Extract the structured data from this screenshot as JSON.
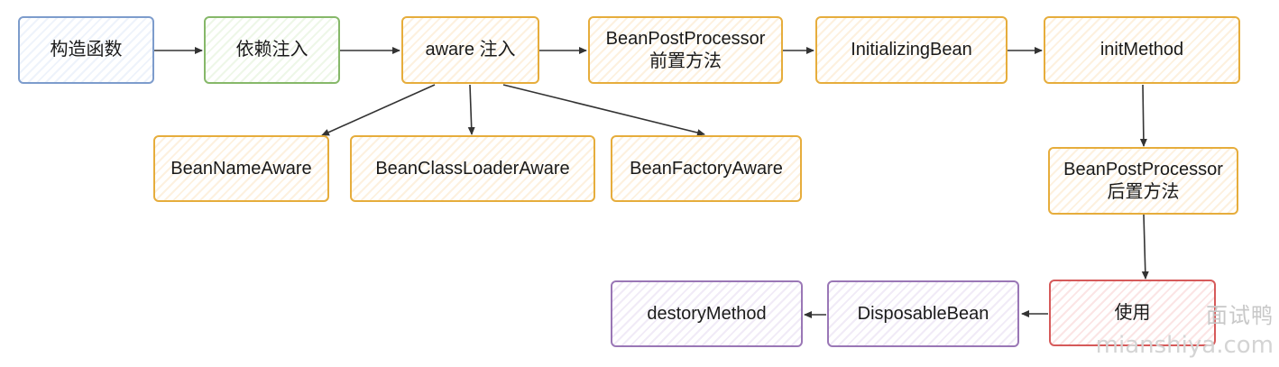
{
  "nodes": {
    "constructor": "构造函数",
    "di": "依赖注入",
    "aware": "aware 注入",
    "bpp_before": "BeanPostProcessor\n前置方法",
    "initializing_bean": "InitializingBean",
    "init_method": "initMethod",
    "bean_name_aware": "BeanNameAware",
    "bean_class_loader_aware": "BeanClassLoaderAware",
    "bean_factory_aware": "BeanFactoryAware",
    "bpp_after": "BeanPostProcessor\n后置方法",
    "use": "使用",
    "disposable_bean": "DisposableBean",
    "destroy_method": "destoryMethod"
  },
  "watermark": {
    "cn": "面试鸭",
    "en": "mianshiya.com"
  },
  "colors": {
    "blue": "#7d9ccc",
    "green": "#86b869",
    "orange": "#e6ad3c",
    "red": "#d65a5a",
    "purple": "#9a77b6",
    "arrow": "#333333"
  }
}
